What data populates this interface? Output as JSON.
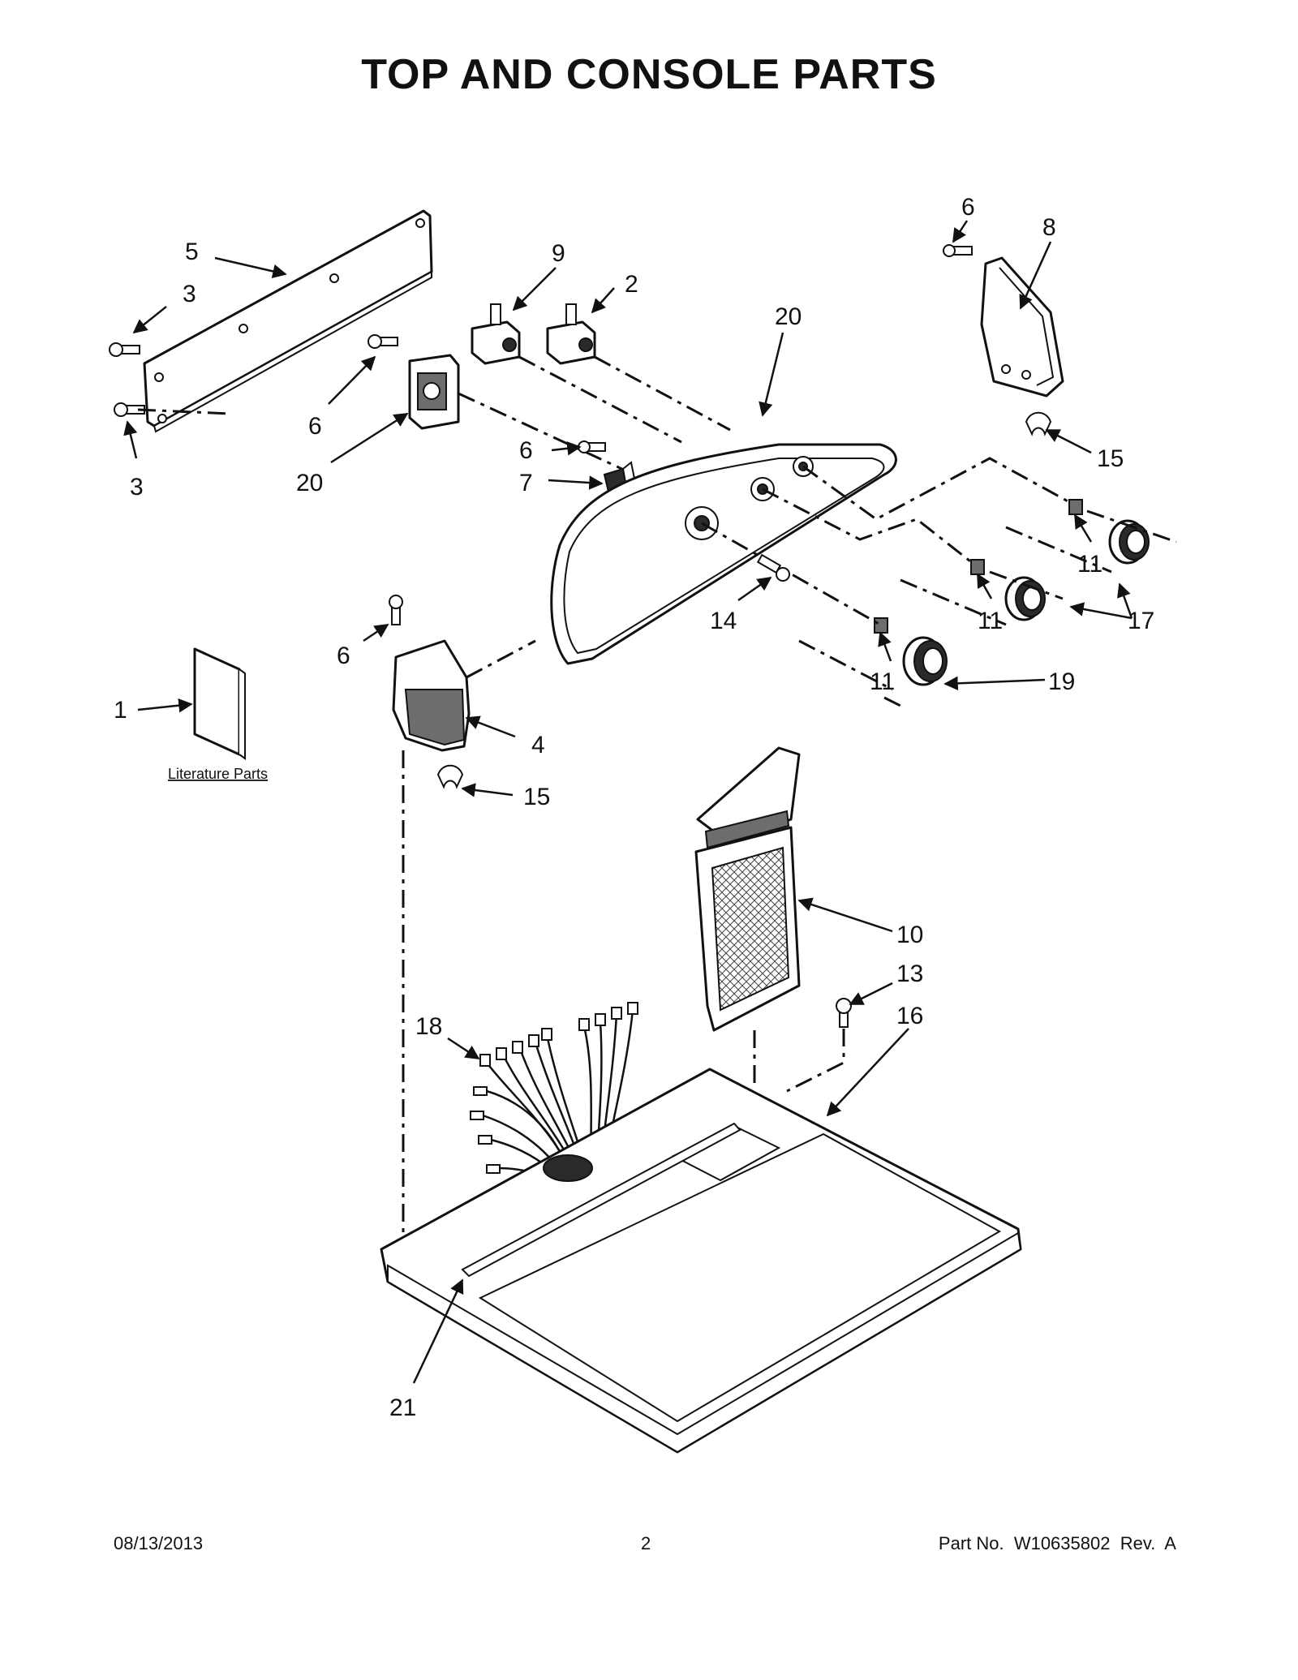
{
  "title": "TOP AND CONSOLE PARTS",
  "literature_label": "Literature Parts",
  "callouts": [
    "5",
    "3",
    "3",
    "9",
    "2",
    "6",
    "20",
    "6",
    "20",
    "6",
    "7",
    "8",
    "15",
    "11",
    "11",
    "11",
    "17",
    "19",
    "14",
    "6",
    "1",
    "4",
    "15",
    "10",
    "13",
    "16",
    "18",
    "21"
  ],
  "footer": {
    "date": "08/13/2013",
    "page": "2",
    "part_no": "Part No.  W10635802  Rev.  A"
  }
}
